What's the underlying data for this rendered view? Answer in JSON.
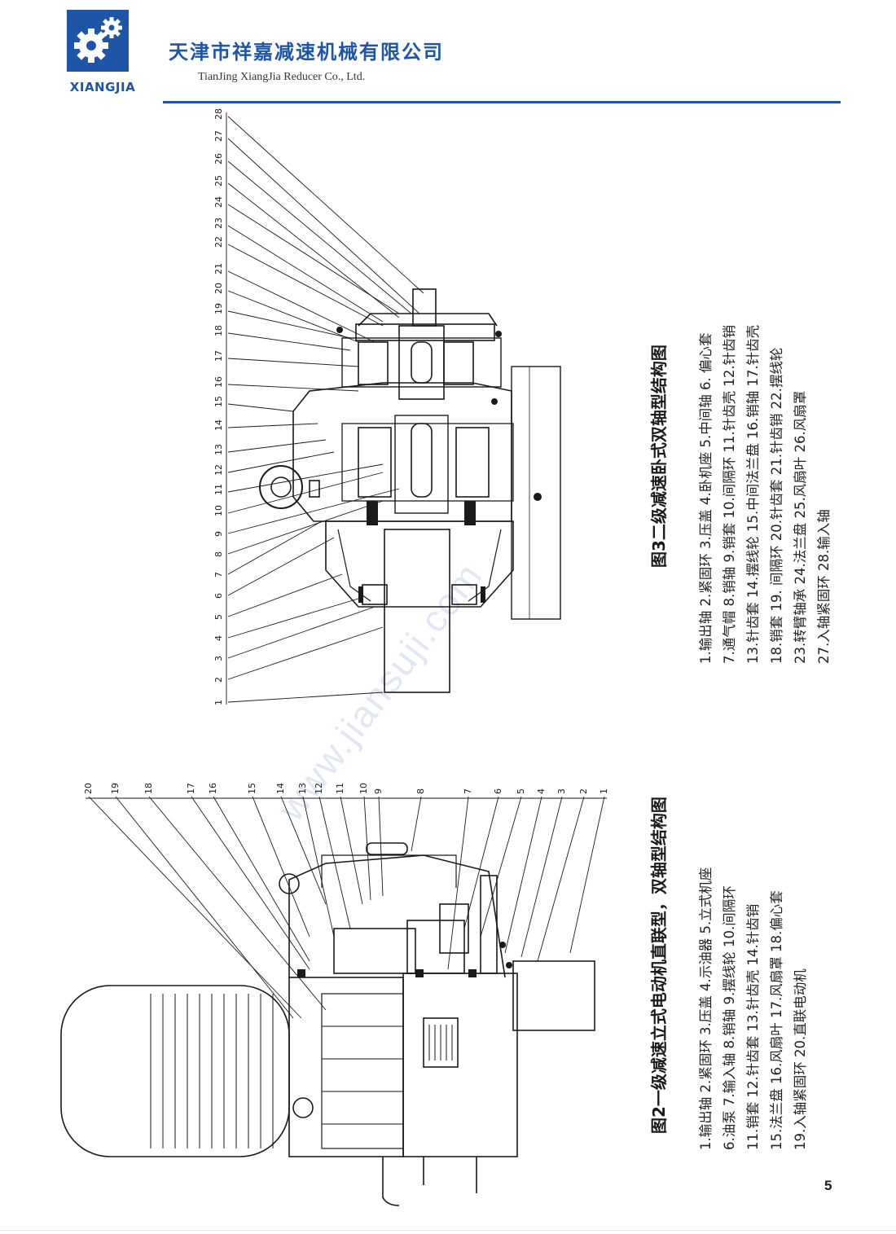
{
  "header": {
    "logo_text": "XIANGJIA",
    "company_cn": "天津市祥嘉减速机械有限公司",
    "company_en": "TianJing XiangJia Reducer Co., Ltd."
  },
  "watermark": "www.jiansuji.com",
  "figure3": {
    "title": "图3二级减速卧式双轴型结构图",
    "legend": [
      "1.输出轴  2.紧固环  3.压盖  4.卧机座  5.中间轴  6. 偏心套",
      "7.通气帽  8.销轴  9.销套  10.间隔环  11.针齿壳  12.针齿销",
      "13.针齿套  14.摆线轮  15.中间法兰盘  16.销轴  17.针齿壳",
      "18.销套  19. 间隔环  20.针齿套  21.针齿销  22.摆线轮",
      "23.转臂轴承  24.法兰盘  25.风扇叶  26.风扇罩",
      "27.入轴紧固环  28.输入轴"
    ],
    "callouts": [
      "1",
      "2",
      "3",
      "4",
      "5",
      "6",
      "7",
      "8",
      "9",
      "10",
      "11",
      "12",
      "13",
      "14",
      "15",
      "16",
      "17",
      "18",
      "19",
      "20",
      "21",
      "22",
      "23",
      "24",
      "25",
      "26",
      "27",
      "28"
    ]
  },
  "figure2": {
    "title": "图2一级减速立式电动机直联型，双轴型结构图",
    "legend": [
      "1.输出轴  2.紧固环  3.压盖  4.示油器  5.立式机座",
      "6.油泵  7.输入轴  8.销轴  9.摆线轮  10.间隔环",
      "11.销套  12.针齿套  13.针齿壳  14.针齿销",
      "15.法兰盘  16.风扇叶  17.风扇罩  18.偏心套",
      "19.入轴紧固环  20.直联电动机"
    ],
    "callouts": [
      "1",
      "2",
      "3",
      "4",
      "5",
      "6",
      "7",
      "8",
      "9",
      "10",
      "11",
      "12",
      "13",
      "14",
      "15",
      "16",
      "17",
      "18",
      "19",
      "20"
    ]
  },
  "page_number": "5",
  "colors": {
    "brand": "#1f55a6",
    "drawing": "#1a1a1a",
    "watermark": "#c9d2ea"
  }
}
